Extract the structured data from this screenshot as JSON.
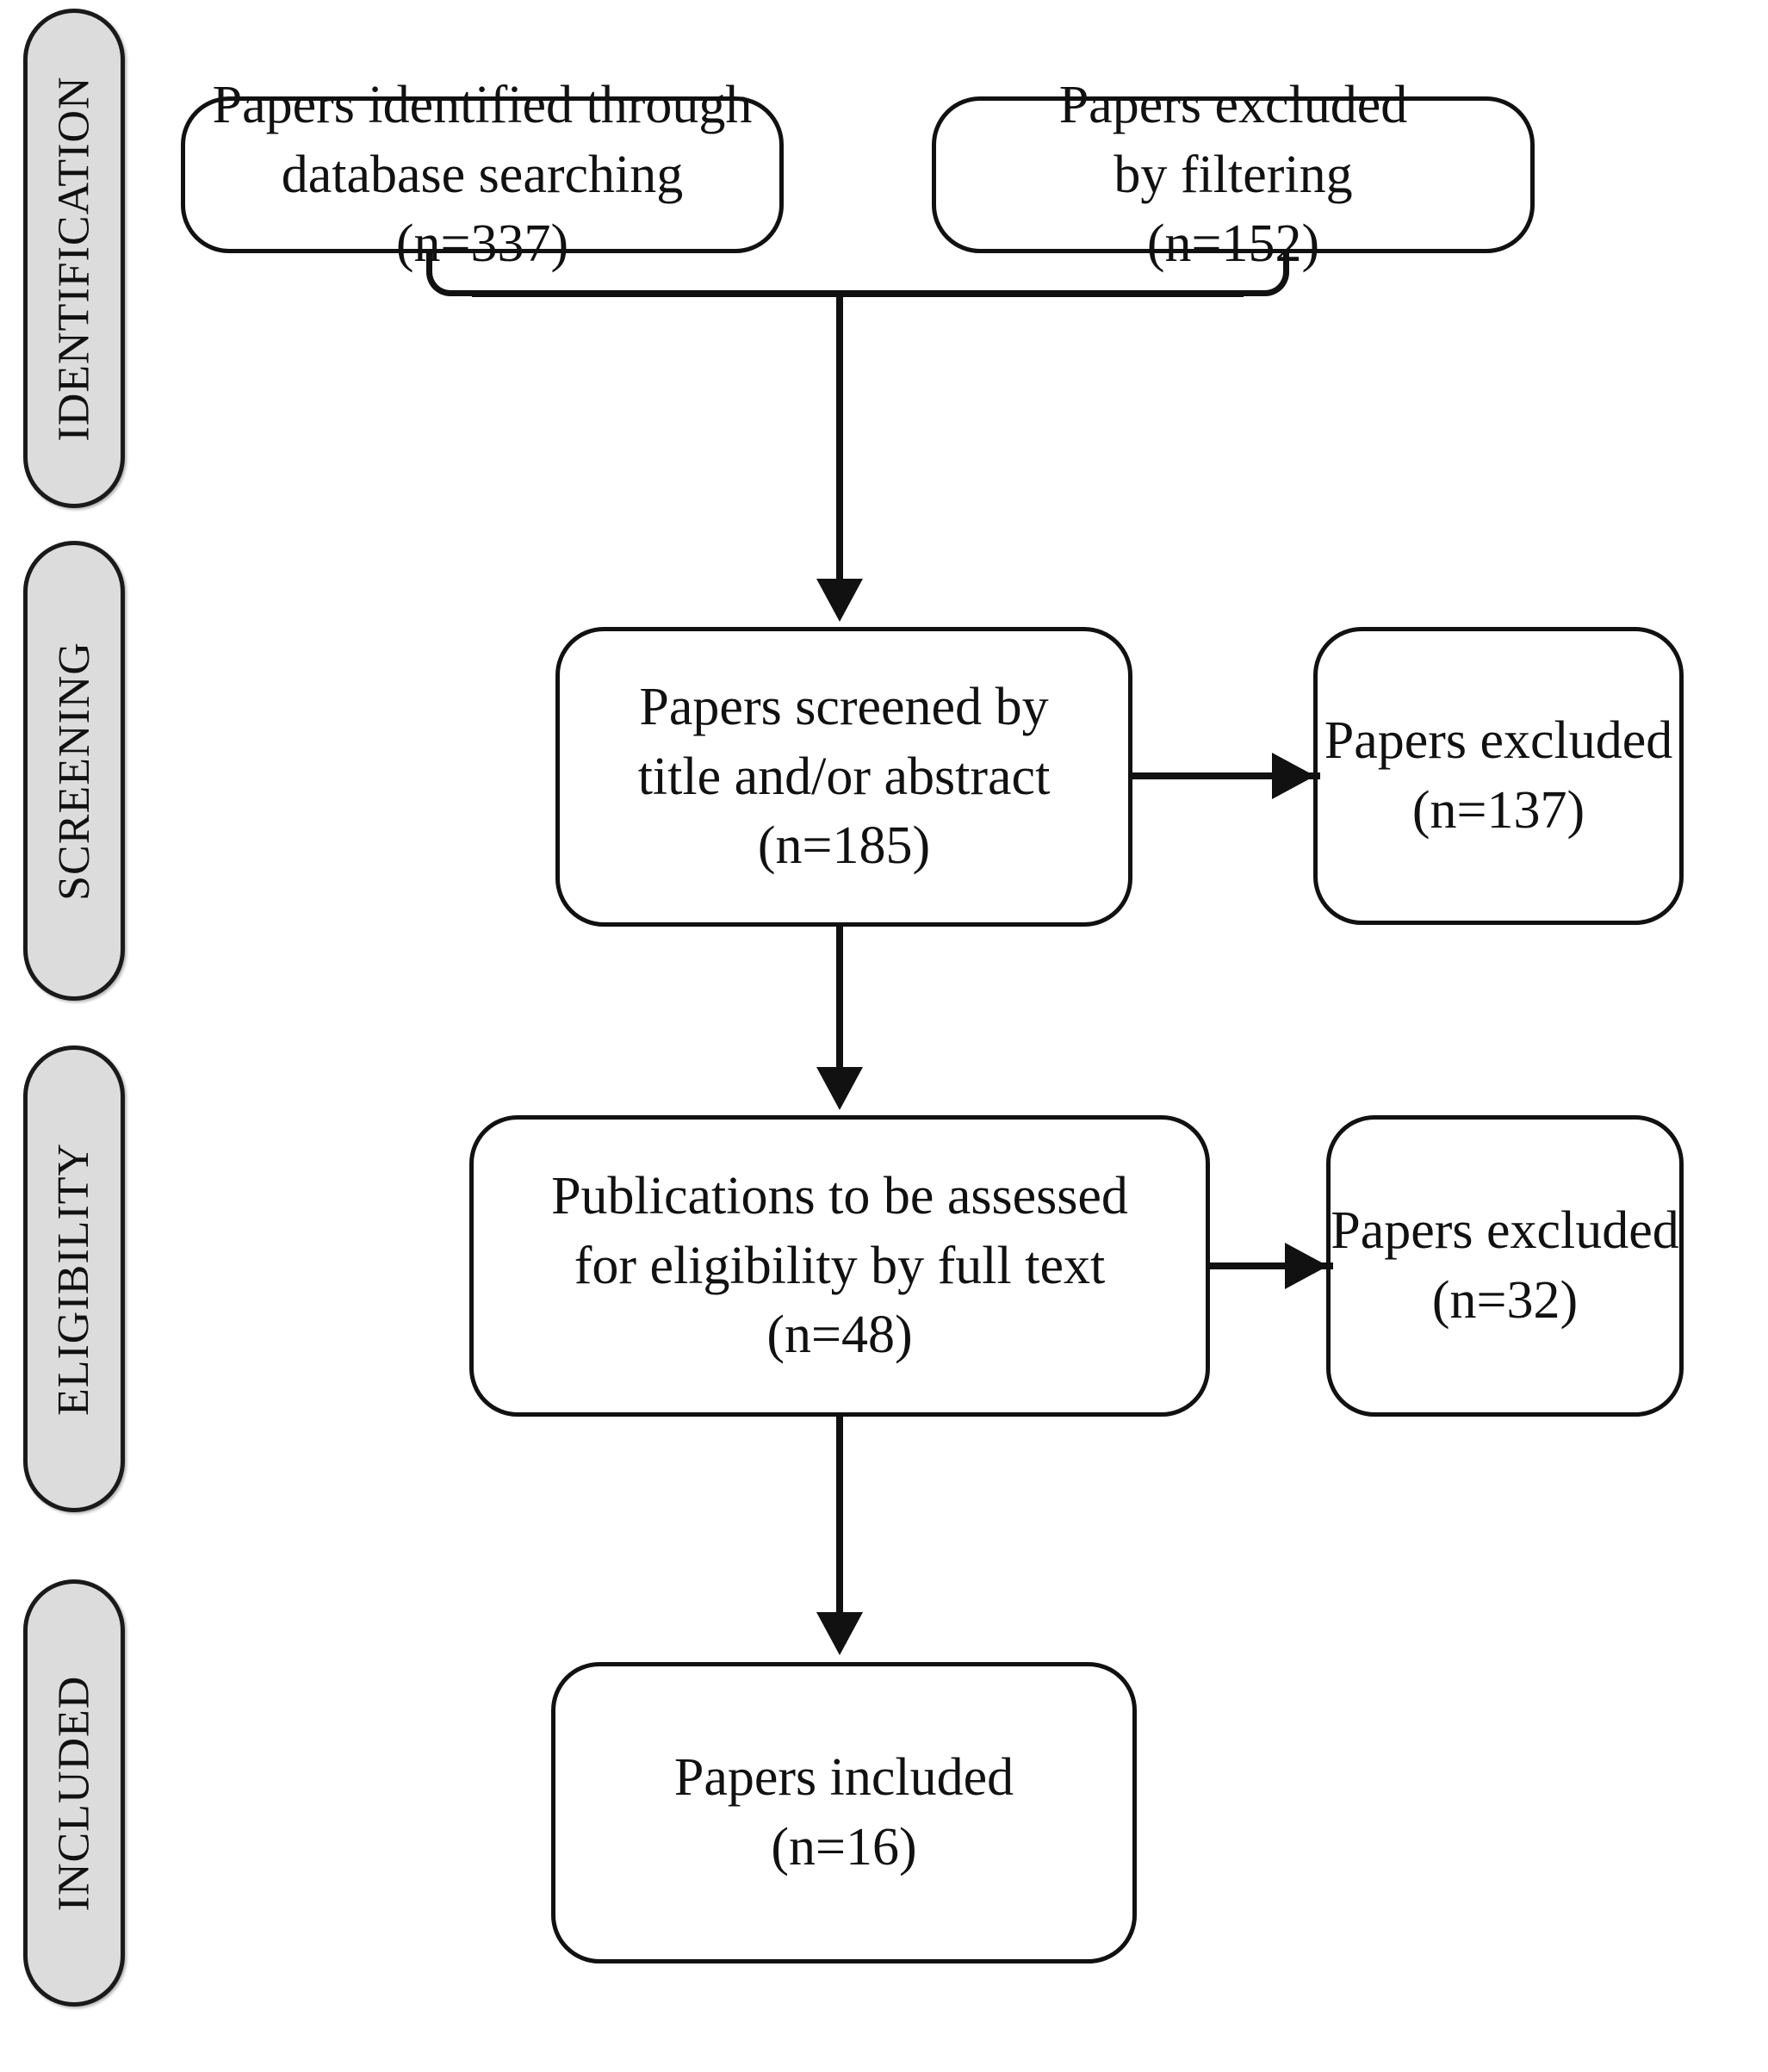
{
  "diagram": {
    "title": "PRISMA flow diagram",
    "type": "prisma-flow",
    "colors": {
      "stage_pill_fill": "#dcdcdc",
      "stroke": "#111111",
      "box_fill": "#ffffff",
      "background": "#ffffff"
    }
  },
  "stages": [
    {
      "id": "identification",
      "label": "IDENTIFICATION"
    },
    {
      "id": "screening",
      "label": "SCREENING"
    },
    {
      "id": "eligibility",
      "label": "ELIGIBILITY"
    },
    {
      "id": "included",
      "label": "INCLUDED"
    }
  ],
  "boxes": {
    "identified": {
      "line1": "Papers identified through",
      "line2": "database searching",
      "line3": "(n=337)",
      "count": 337
    },
    "excluded_filtering": {
      "line1": "Papers excluded",
      "line2": "by filtering",
      "line3": "(n=152)",
      "count": 152
    },
    "screened": {
      "line1": "Papers screened by",
      "line2": "title and/or abstract",
      "line3": "(n=185)",
      "count": 185
    },
    "excluded_screening": {
      "line1": "Papers excluded",
      "line2": "(n=137)",
      "count": 137
    },
    "eligibility_assessed": {
      "line1": "Publications to be assessed",
      "line2": "for eligibility by full text",
      "line3": "(n=48)",
      "count": 48
    },
    "excluded_fulltext": {
      "line1": "Papers excluded",
      "line2": "(n=32)",
      "count": 32
    },
    "included": {
      "line1": "Papers included",
      "line2": "(n=16)",
      "count": 16
    }
  },
  "chart_data": {
    "type": "diagram",
    "title": "PRISMA flow diagram",
    "nodes": [
      {
        "id": "identified",
        "stage": "IDENTIFICATION",
        "label": "Papers identified through database searching",
        "n": 337
      },
      {
        "id": "excluded_filtering",
        "stage": "IDENTIFICATION",
        "label": "Papers excluded by filtering",
        "n": 152
      },
      {
        "id": "screened",
        "stage": "SCREENING",
        "label": "Papers screened by title and/or abstract",
        "n": 185
      },
      {
        "id": "excluded_screening",
        "stage": "SCREENING",
        "label": "Papers excluded",
        "n": 137
      },
      {
        "id": "eligibility_assessed",
        "stage": "ELIGIBILITY",
        "label": "Publications to be assessed for eligibility by full text",
        "n": 48
      },
      {
        "id": "excluded_fulltext",
        "stage": "ELIGIBILITY",
        "label": "Papers excluded",
        "n": 32
      },
      {
        "id": "included",
        "stage": "INCLUDED",
        "label": "Papers included",
        "n": 16
      }
    ],
    "edges": [
      {
        "from": "identified",
        "to": "screened",
        "style": "elbow-down"
      },
      {
        "from": "excluded_filtering",
        "to": "screened",
        "style": "elbow-down"
      },
      {
        "from": "screened",
        "to": "excluded_screening",
        "style": "right"
      },
      {
        "from": "screened",
        "to": "eligibility_assessed",
        "style": "down"
      },
      {
        "from": "eligibility_assessed",
        "to": "excluded_fulltext",
        "style": "right"
      },
      {
        "from": "eligibility_assessed",
        "to": "included",
        "style": "down"
      }
    ]
  }
}
